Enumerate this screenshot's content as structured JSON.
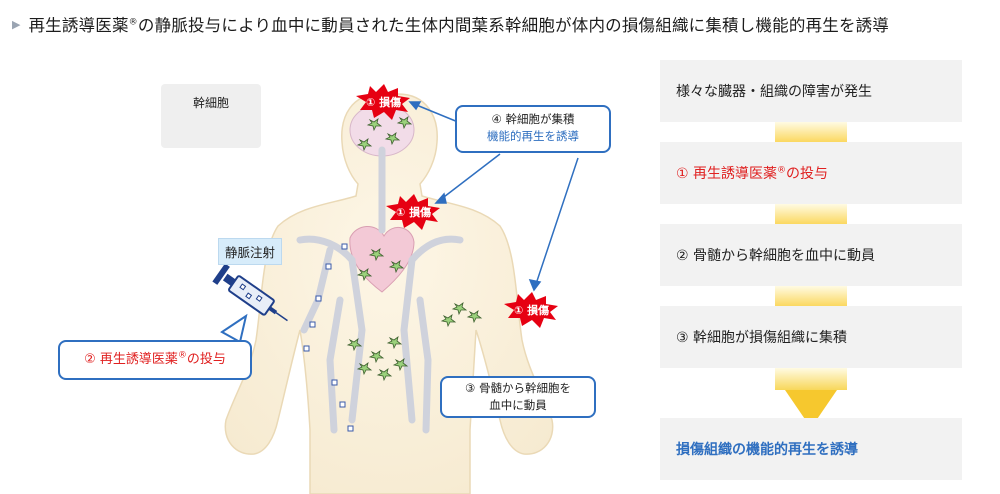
{
  "header": {
    "title_main": "再生誘導医薬",
    "title_rest": "の静脈投与により血中に動員された生体内間葉系幹細胞が体内の損傷組織に集積し機能的再生を誘導"
  },
  "registered_mark": "®",
  "legend": {
    "label": "幹細胞"
  },
  "injury_label": "① 損傷",
  "callouts": {
    "accumulate_line1": "④ 幹細胞が集積",
    "accumulate_line2": "機能的再生を誘導",
    "dosing_main": "② 再生誘導医薬",
    "dosing_rest": "の投与",
    "mobilize_line1": "③ 骨髄から幹細胞を",
    "mobilize_line2": "血中に動員"
  },
  "injection_label": "静脈注射",
  "flow": {
    "step1": "様々な臓器・組織の障害が発生",
    "step2_main": "① 再生誘導医薬",
    "step2_rest": "の投与",
    "step3": "② 骨髄から幹細胞を血中に動員",
    "step4": "③ 幹細胞が損傷組織に集積",
    "step5": "損傷組織の機能的再生を誘導"
  },
  "colors": {
    "accent_blue": "#2f6fc0",
    "accent_red": "#e02020",
    "arrow_yellow": "#f6c82e",
    "box_gray": "#f2f2f2"
  }
}
